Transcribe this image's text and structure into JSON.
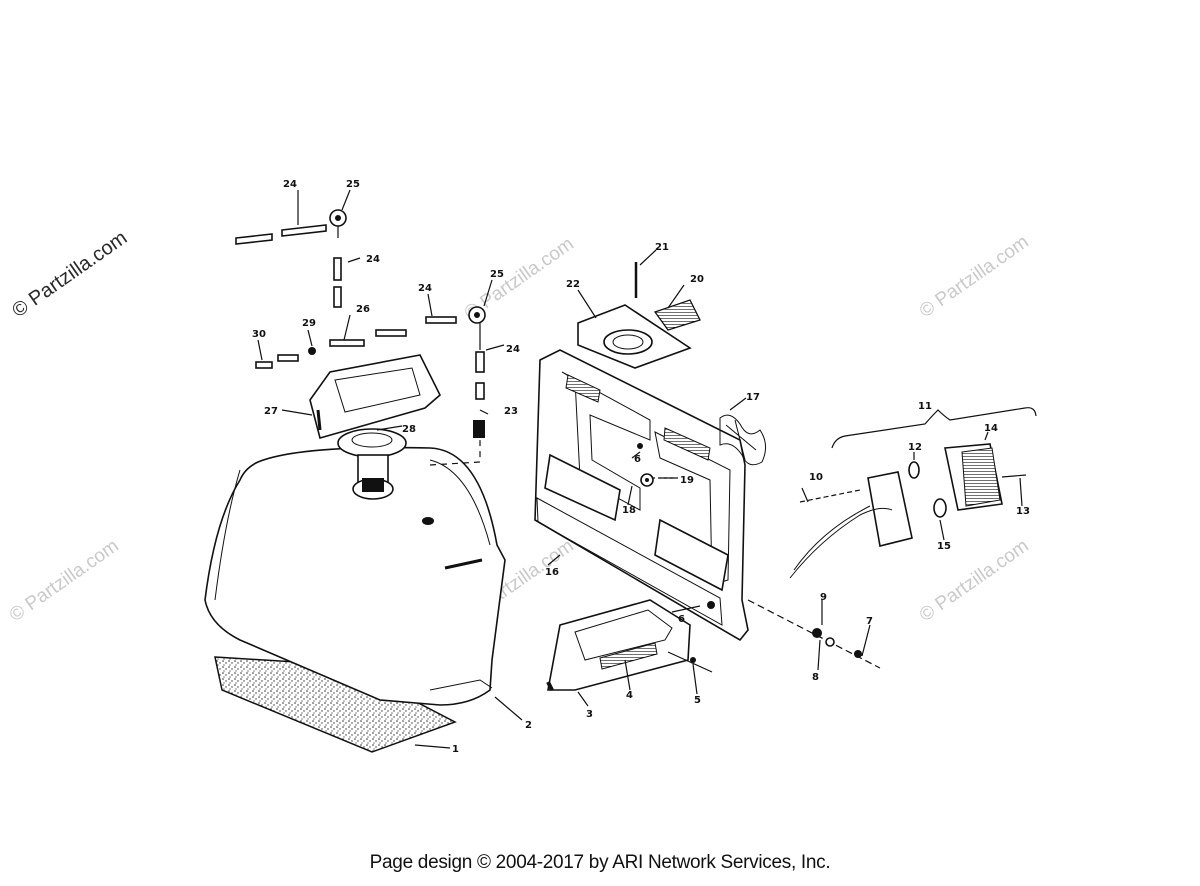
{
  "watermarks": {
    "primary": "© Partzilla.com",
    "repeat": "© Partzilla.com"
  },
  "callouts": [
    "1",
    "2",
    "3",
    "4",
    "5",
    "6",
    "6",
    "7",
    "8",
    "9",
    "10",
    "11",
    "12",
    "13",
    "14",
    "15",
    "16",
    "17",
    "18",
    "19",
    "20",
    "21",
    "22",
    "23",
    "24",
    "24",
    "24",
    "24",
    "25",
    "25",
    "26",
    "27",
    "28",
    "29",
    "30"
  ],
  "footer": {
    "text": "Page design © 2004-2017 by ARI Network Services, Inc."
  }
}
